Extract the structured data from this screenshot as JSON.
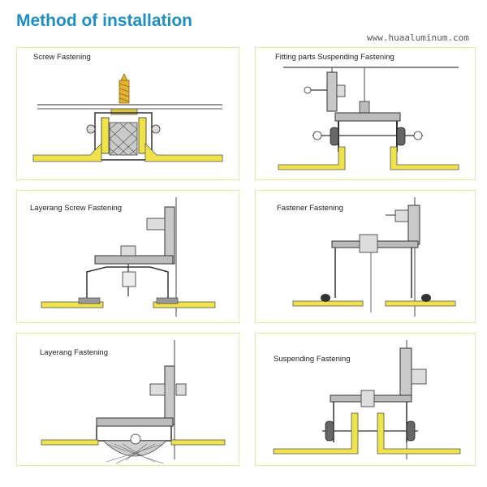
{
  "title": "Method of installation",
  "watermark": "www.huaaluminum.com",
  "panels": [
    {
      "label": "Screw Fastening"
    },
    {
      "label": "Fitting parts Suspending Fastening"
    },
    {
      "label": "Layerang Screw Fastening"
    },
    {
      "label": "Fastener Fastening"
    },
    {
      "label": "Layerang Fastening"
    },
    {
      "label": "Suspending Fastening"
    }
  ],
  "colors": {
    "accent_title": "#1e8fc4",
    "panel_border": "#e4e9a6",
    "panel_yellow": "#f0e24a",
    "metal_gray": "#a9a9a9"
  }
}
